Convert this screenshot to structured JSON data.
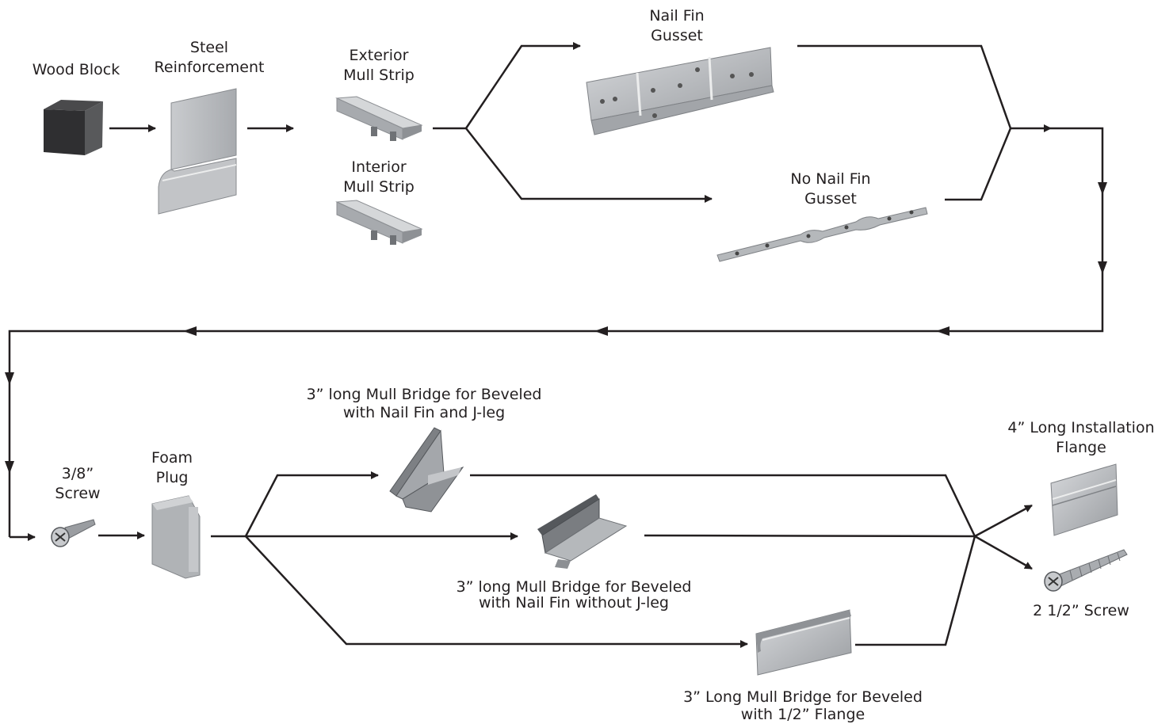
{
  "labels": {
    "wood_block": [
      "Wood Block"
    ],
    "steel_reinforcement": [
      "Steel",
      "Reinforcement"
    ],
    "exterior_mull_strip": [
      "Exterior",
      "Mull Strip"
    ],
    "interior_mull_strip": [
      "Interior",
      "Mull Strip"
    ],
    "nail_fin_gusset": [
      "Nail Fin",
      "Gusset"
    ],
    "no_nail_fin_gusset": [
      "No Nail Fin",
      "Gusset"
    ],
    "screw_3_8": [
      "3/8”",
      "Screw"
    ],
    "foam_plug": [
      "Foam",
      "Plug"
    ],
    "bridge_nail_fin_jleg": [
      "3” long Mull Bridge for Beveled",
      "with Nail Fin and J-leg"
    ],
    "bridge_nail_fin_no_jleg": [
      "3” long Mull Bridge for Beveled",
      "with Nail Fin without J-leg"
    ],
    "bridge_half_flange": [
      "3” Long Mull Bridge for Beveled",
      "with 1/2” Flange"
    ],
    "installation_flange": [
      "4” Long Installation",
      "Flange"
    ],
    "screw_2_5": [
      "2 1/2” Screw"
    ]
  },
  "icons": [
    "wood-block-icon",
    "steel-reinforcement-icon",
    "mull-strip-icon",
    "nail-fin-gusset-icon",
    "no-nail-fin-gusset-icon",
    "screw-icon",
    "foam-plug-icon",
    "mull-bridge-icon",
    "installation-flange-icon"
  ],
  "colors": {
    "line": "#231f20",
    "metal": "#b9bbbe",
    "metal_dark": "#8c8f93",
    "block": "#3b3b3d"
  }
}
